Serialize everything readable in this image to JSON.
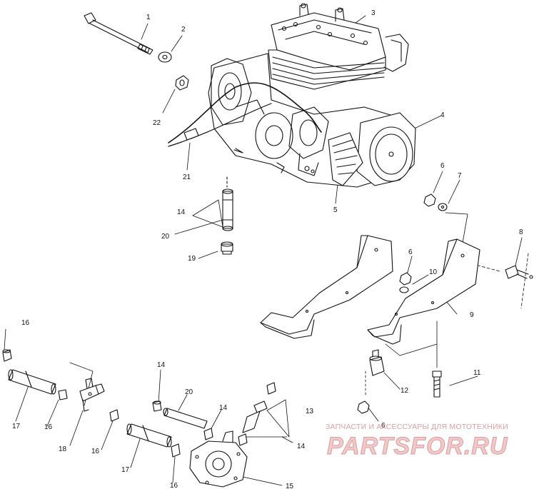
{
  "colors": {
    "ink": "#111111",
    "background": "#ffffff",
    "watermark": "#d8a0a0"
  },
  "callouts": {
    "c1": "1",
    "c2": "2",
    "c3": "3",
    "c4": "4",
    "c5": "5",
    "c6a": "6",
    "c7": "7",
    "c8": "8",
    "c6b": "6",
    "c10": "10",
    "c9": "9",
    "c11": "11",
    "c12": "12",
    "c6c": "6",
    "c22": "22",
    "c21": "21",
    "c14a": "14",
    "c20a": "20",
    "c19": "19",
    "c16a": "16",
    "c17a": "17",
    "c16b": "16",
    "c18": "18",
    "c16c": "16",
    "c14b": "14",
    "c20b": "20",
    "c14c": "14",
    "c13": "13",
    "c14d": "14",
    "c17b": "17",
    "c16d": "16",
    "c15": "15"
  },
  "watermark": {
    "caption": "ЗАПЧАСТИ И АКСЕССУАРЫ ДЛЯ МОТОТЕХНИКИ",
    "logo": "PARTSFOR.RU"
  }
}
